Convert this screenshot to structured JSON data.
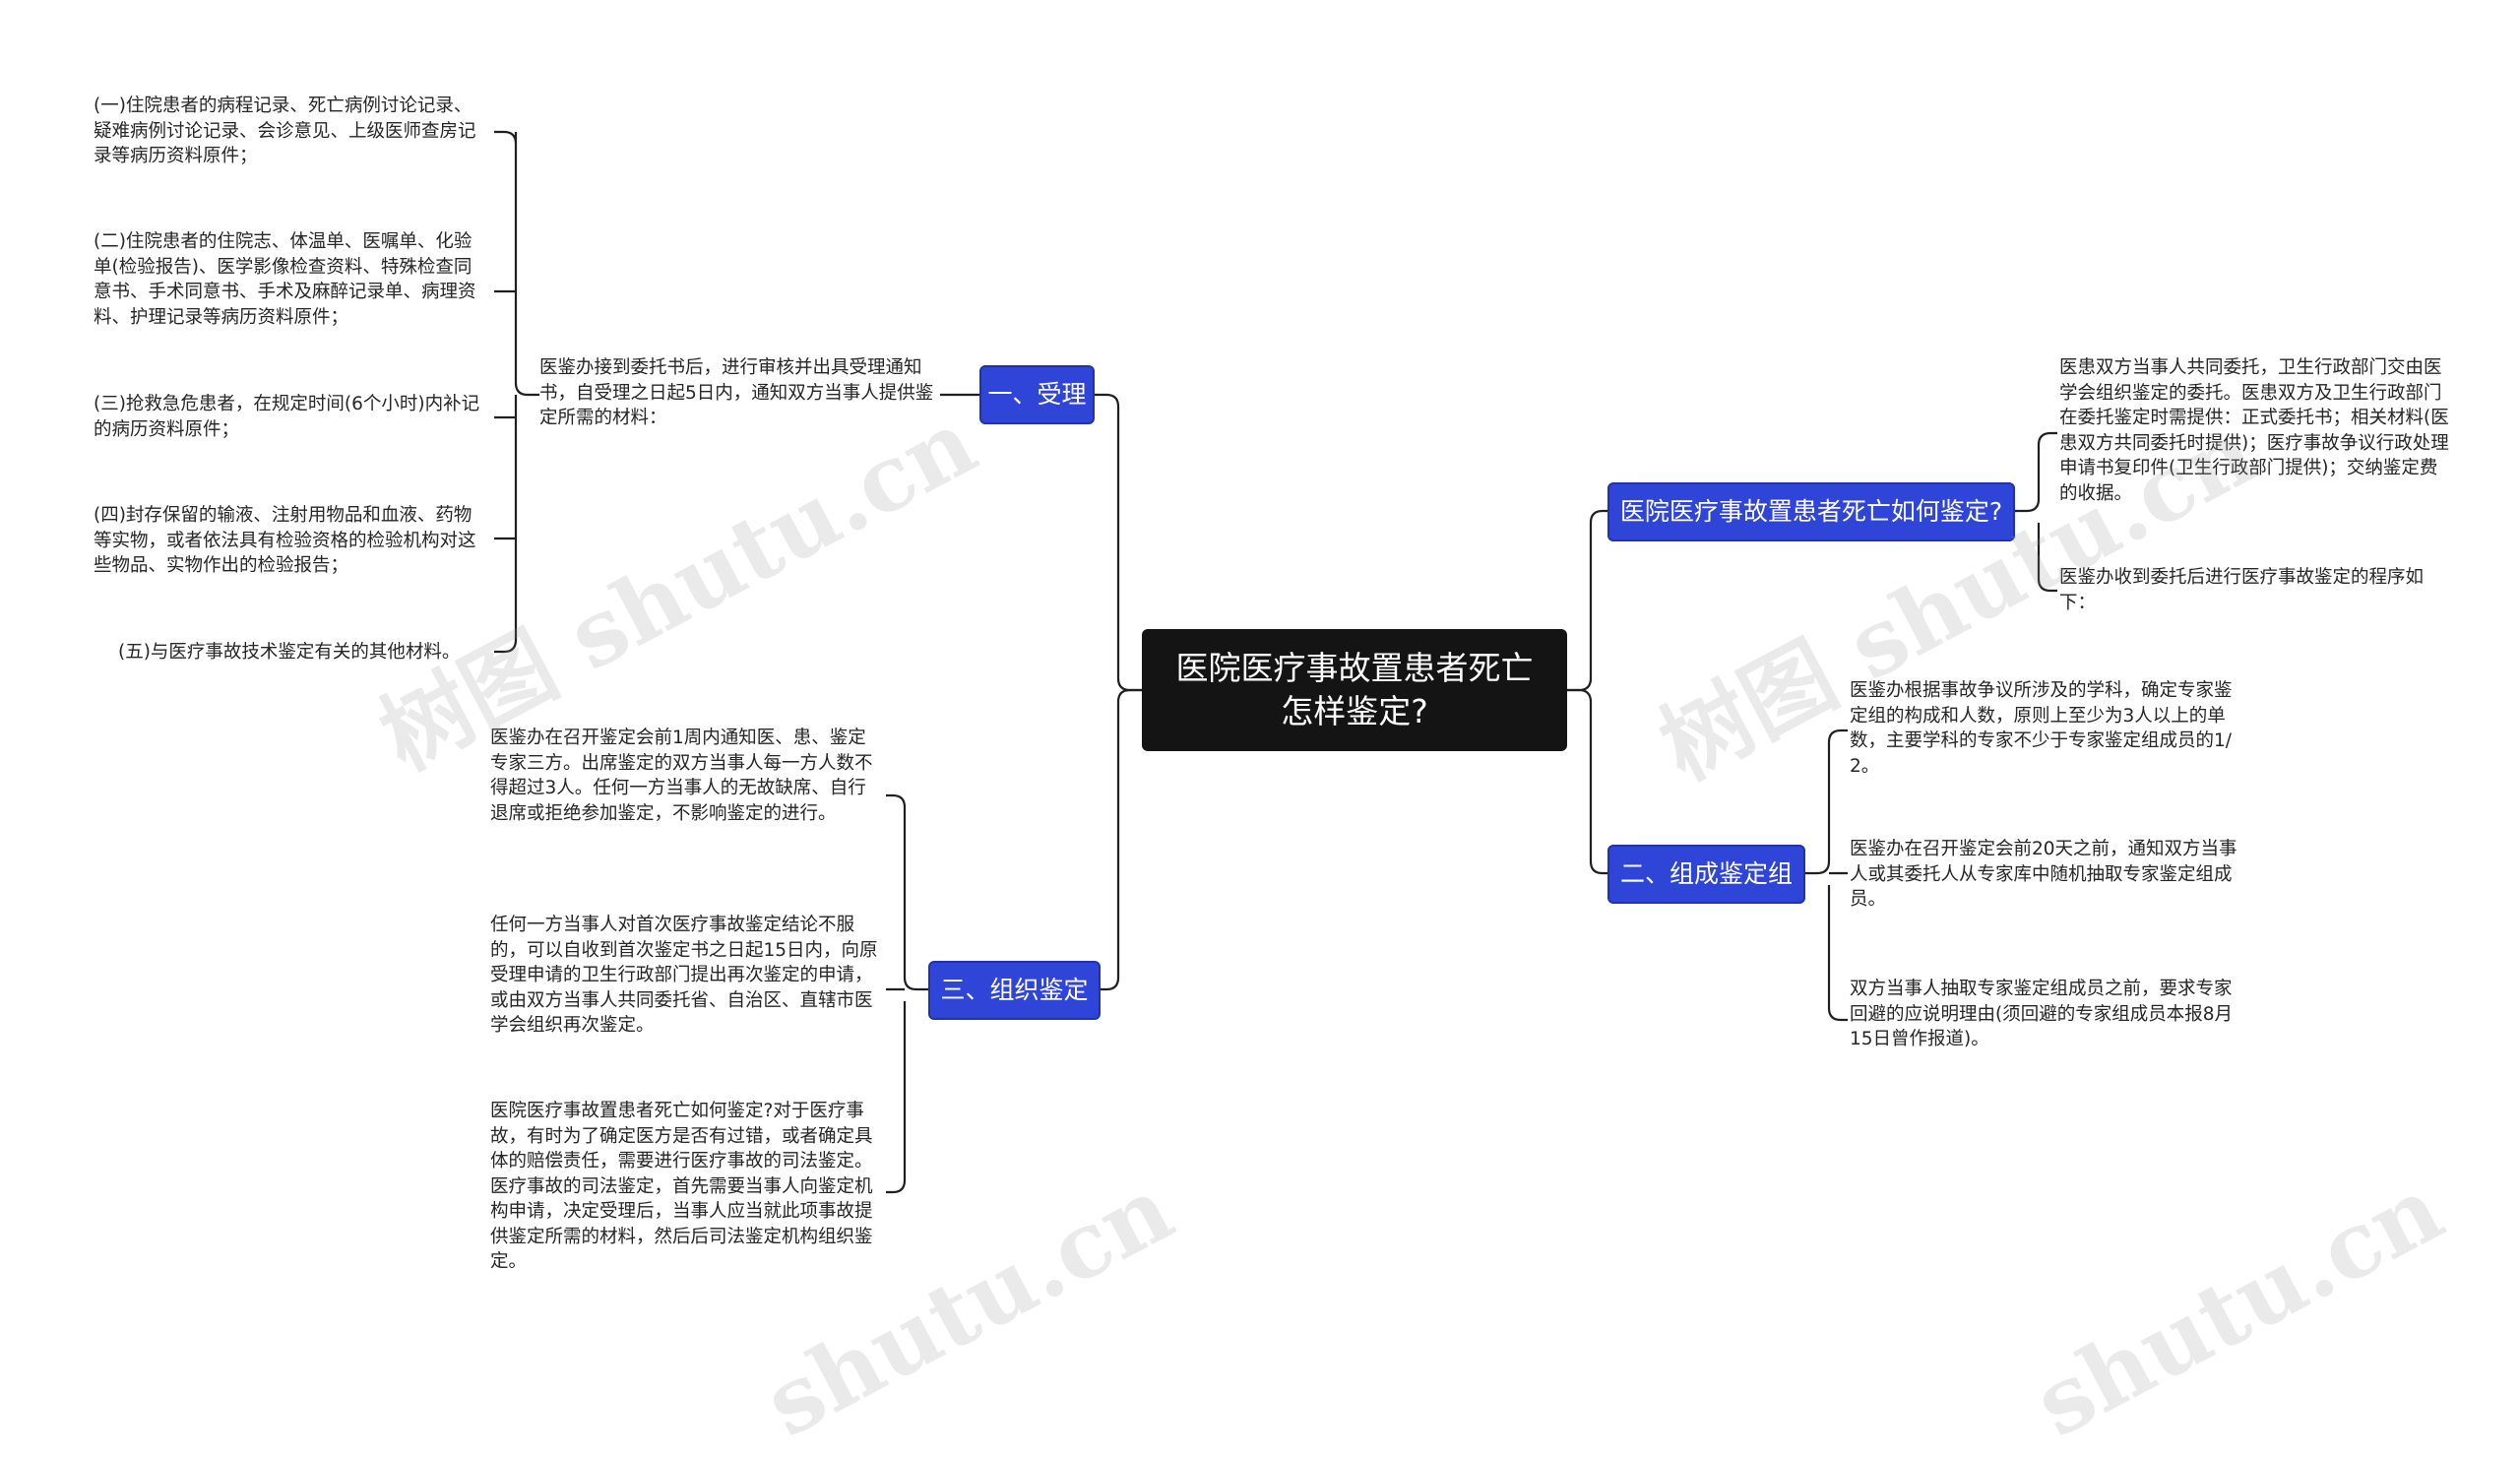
{
  "root": {
    "title": "医院医疗事故置患者死亡怎样鉴定?"
  },
  "branches": {
    "b1": {
      "label": "一、受理"
    },
    "b2": {
      "label": "三、组织鉴定"
    },
    "b3": {
      "label": "医院医疗事故置患者死亡如何鉴定?"
    },
    "b4": {
      "label": "二、组成鉴定组"
    }
  },
  "leaves": {
    "b1_intro": "医鉴办接到委托书后，进行审核并出具受理通知书，自受理之日起5日内，通知双方当事人提供鉴定所需的材料：",
    "b1_item1": "(一)住院患者的病程记录、死亡病例讨论记录、疑难病例讨论记录、会诊意见、上级医师查房记录等病历资料原件；",
    "b1_item2": "(二)住院患者的住院志、体温单、医嘱单、化验单(检验报告)、医学影像检查资料、特殊检查同意书、手术同意书、手术及麻醉记录单、病理资料、护理记录等病历资料原件；",
    "b1_item3": "(三)抢救急危患者，在规定时间(6个小时)内补记的病历资料原件；",
    "b1_item4": "(四)封存保留的输液、注射用物品和血液、药物等实物，或者依法具有检验资格的检验机构对这些物品、实物作出的检验报告；",
    "b1_item5": "(五)与医疗事故技术鉴定有关的其他材料。",
    "b2_item1": "医鉴办在召开鉴定会前1周内通知医、患、鉴定专家三方。出席鉴定的双方当事人每一方人数不得超过3人。任何一方当事人的无故缺席、自行退席或拒绝参加鉴定，不影响鉴定的进行。",
    "b2_item2": "任何一方当事人对首次医疗事故鉴定结论不服的，可以自收到首次鉴定书之日起15日内，向原受理申请的卫生行政部门提出再次鉴定的申请，或由双方当事人共同委托省、自治区、直辖市医学会组织再次鉴定。",
    "b2_item3": "医院医疗事故置患者死亡如何鉴定?对于医疗事故，有时为了确定医方是否有过错，或者确定具体的赔偿责任，需要进行医疗事故的司法鉴定。医疗事故的司法鉴定，首先需要当事人向鉴定机构申请，决定受理后，当事人应当就此项事故提供鉴定所需的材料，然后后司法鉴定机构组织鉴定。",
    "b3_item1": "医患双方当事人共同委托，卫生行政部门交由医学会组织鉴定的委托。医患双方及卫生行政部门在委托鉴定时需提供：正式委托书；相关材料(医患双方共同委托时提供)；医疗事故争议行政处理申请书复印件(卫生行政部门提供)；交纳鉴定费的收据。",
    "b3_item2": "医鉴办收到委托后进行医疗事故鉴定的程序如下：",
    "b4_item1": "医鉴办根据事故争议所涉及的学科，确定专家鉴定组的构成和人数，原则上至少为3人以上的单数，主要学科的专家不少于专家鉴定组成员的1/2。",
    "b4_item2": "医鉴办在召开鉴定会前20天之前，通知双方当事人或其委托人从专家库中随机抽取专家鉴定组成员。",
    "b4_item3": "双方当事人抽取专家鉴定组成员之前，要求专家回避的应说明理由(须回避的专家组成员本报8月15日曾作报道)。"
  },
  "watermarks": [
    "树图 shutu.cn",
    "树图 shutu.cn",
    "shutu.cn",
    "shutu.cn"
  ]
}
